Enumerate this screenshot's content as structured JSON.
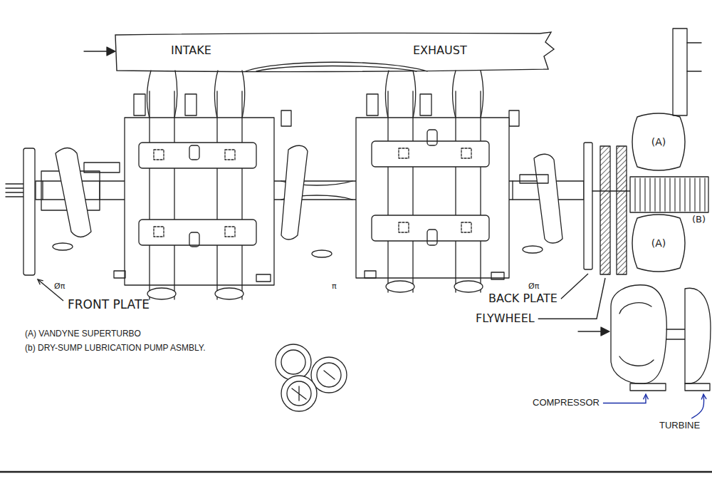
{
  "diagram": {
    "nodes": [
      {
        "text": [
          "INTAKE",
          "EXHAUST"
        ]
      },
      {
        "text": [
          "(A)"
        ]
      },
      {
        "text": [
          "(A)"
        ]
      }
    ],
    "edges": [],
    "labels": [
      "(B)",
      "FRONT PLATE",
      "BACK PLATE",
      "FLYWHEEL",
      "Øπ",
      "π",
      "Øπ",
      "(A) VANDYNE SUPERTURBO",
      "(b) DRY-SUMP LUBRICATION PUMP ASMBLY.",
      "COMPRESSOR",
      "TURBINE"
    ]
  }
}
